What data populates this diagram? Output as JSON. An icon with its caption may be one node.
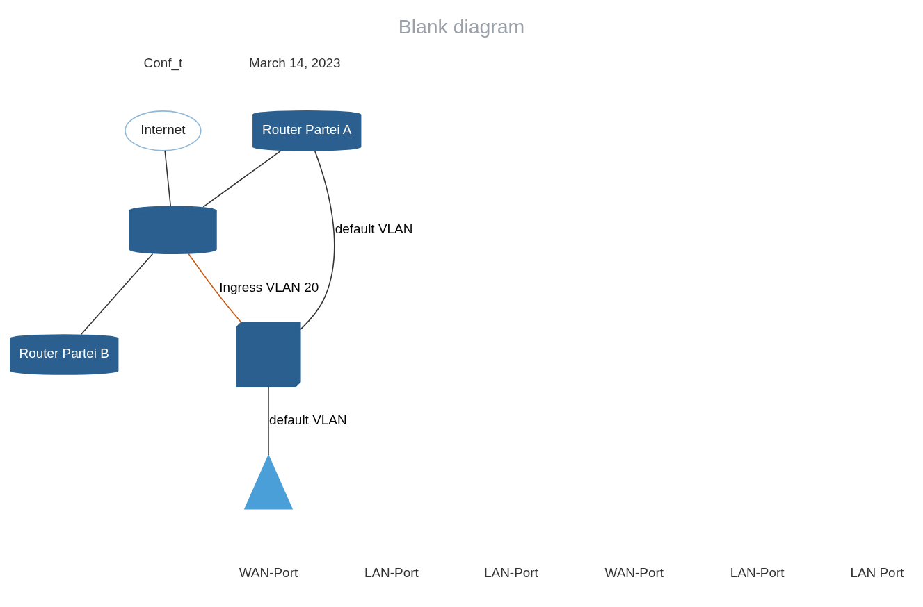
{
  "diagram": {
    "title": "Blank diagram",
    "nodes": [
      {
        "text": [
          "Internet"
        ]
      },
      {
        "text": [
          "Router Partei A"
        ]
      },
      {
        "text": [],
        "shape": "router"
      },
      {
        "text": [
          "Router Partei B"
        ]
      },
      {
        "text": [],
        "shape": "switch"
      },
      {
        "text": [],
        "shape": "antenna"
      }
    ],
    "edges": [
      {
        "from": 0,
        "to": 2,
        "arrow": "none"
      },
      {
        "from": 1,
        "to": 2,
        "arrow": "none"
      },
      {
        "from": 2,
        "to": 3,
        "arrow": "none"
      },
      {
        "from": 1,
        "to": 4,
        "arrow": "none",
        "label": "default VLAN"
      },
      {
        "from": 2,
        "to": 4,
        "arrow": "none",
        "label": "Ingress VLAN 20",
        "color": "#c55a11"
      },
      {
        "from": 4,
        "to": 5,
        "arrow": "none",
        "label": "default VLAN"
      }
    ],
    "labels": [
      "Conf_t",
      "March 14, 2023",
      "WAN-Port",
      "LAN-Port",
      "LAN-Port",
      "WAN-Port",
      "LAN-Port",
      "LAN Port"
    ]
  }
}
